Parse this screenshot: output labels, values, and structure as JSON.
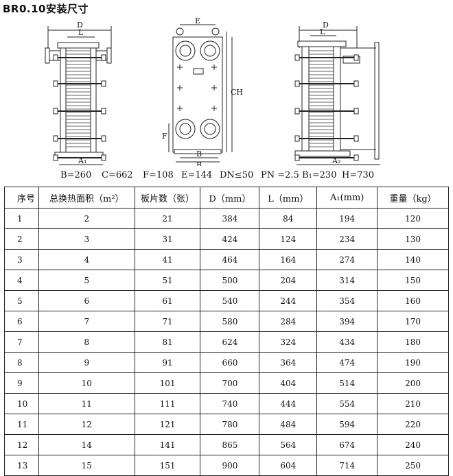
{
  "title": "BR0.10安装尺寸",
  "drawing_labels": {
    "d_left": "D",
    "l_left": "L",
    "a1": "A₁",
    "e_mid": "E",
    "ch_mid": "CH",
    "f_mid": "F",
    "b_mid": "B",
    "b_mid2": "B",
    "d_right": "D",
    "l_right": "L",
    "a2": "A₂"
  },
  "params": {
    "b": "B=260",
    "c": "C=662",
    "f": "F=108",
    "e": "E=144",
    "dn": "DN≤50",
    "pn": "PN =2.5",
    "b1": "B₁=230",
    "h": "H=730"
  },
  "table": {
    "headers": [
      "序号",
      "总换热面积（m²）",
      "板片数（张）",
      "D（mm）",
      "L（mm）",
      "A₁(mm)",
      "重量（kg）"
    ],
    "rows": [
      [
        "1",
        "2",
        "21",
        "384",
        "84",
        "194",
        "120"
      ],
      [
        "2",
        "3",
        "31",
        "424",
        "124",
        "234",
        "130"
      ],
      [
        "3",
        "4",
        "41",
        "464",
        "164",
        "274",
        "140"
      ],
      [
        "4",
        "5",
        "51",
        "500",
        "204",
        "314",
        "150"
      ],
      [
        "5",
        "6",
        "61",
        "540",
        "244",
        "354",
        "160"
      ],
      [
        "6",
        "7",
        "71",
        "580",
        "284",
        "394",
        "170"
      ],
      [
        "7",
        "8",
        "81",
        "624",
        "324",
        "434",
        "180"
      ],
      [
        "8",
        "9",
        "91",
        "660",
        "364",
        "474",
        "190"
      ],
      [
        "9",
        "10",
        "101",
        "700",
        "404",
        "514",
        "200"
      ],
      [
        "10",
        "11",
        "111",
        "740",
        "444",
        "554",
        "210"
      ],
      [
        "11",
        "12",
        "121",
        "780",
        "484",
        "594",
        "220"
      ],
      [
        "12",
        "14",
        "141",
        "865",
        "564",
        "674",
        "240"
      ],
      [
        "13",
        "15",
        "151",
        "900",
        "604",
        "714",
        "250"
      ]
    ]
  }
}
